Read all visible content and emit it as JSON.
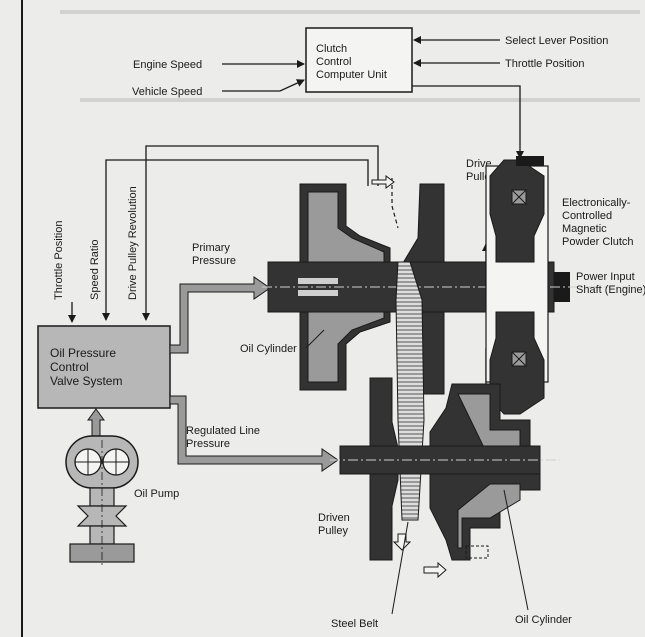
{
  "colors": {
    "paper": "#ececea",
    "ink": "#1a1a1a",
    "dark": "#333333",
    "mid_gray": "#9a9a9a",
    "light_gray": "#cfcfcf",
    "box_fill": "#b7b7b7"
  },
  "labels": {
    "clutch_unit_1": "Clutch",
    "clutch_unit_2": "Control",
    "clutch_unit_3": "Computer Unit",
    "engine_speed": "Engine Speed",
    "vehicle_speed": "Vehicle Speed",
    "select_lever_position": "Select Lever Position",
    "throttle_position_right": "Throttle Position",
    "throttle_position_vertical": "Throttle Position",
    "speed_ratio": "Speed Ratio",
    "drive_pulley_revolution": "Drive Pulley Revolution",
    "primary_pressure_1": "Primary",
    "primary_pressure_2": "Pressure",
    "drive_pulley_1": "Drive",
    "drive_pulley_2": "Pulley",
    "magnetic_clutch_1": "Electronically-",
    "magnetic_clutch_2": "Controlled",
    "magnetic_clutch_3": "Magnetic",
    "magnetic_clutch_4": "Powder Clutch",
    "power_input_1": "Power Input",
    "power_input_2": "Shaft (Engine)",
    "oil_cylinder_top": "Oil Cylinder",
    "valve_system_1": "Oil Pressure",
    "valve_system_2": "Control",
    "valve_system_3": "Valve System",
    "regulated_line_1": "Regulated Line",
    "regulated_line_2": "Pressure",
    "oil_pump": "Oil Pump",
    "driven_pulley_1": "Driven",
    "driven_pulley_2": "Pulley",
    "steel_belt": "Steel Belt",
    "oil_cylinder_bottom": "Oil Cylinder"
  }
}
